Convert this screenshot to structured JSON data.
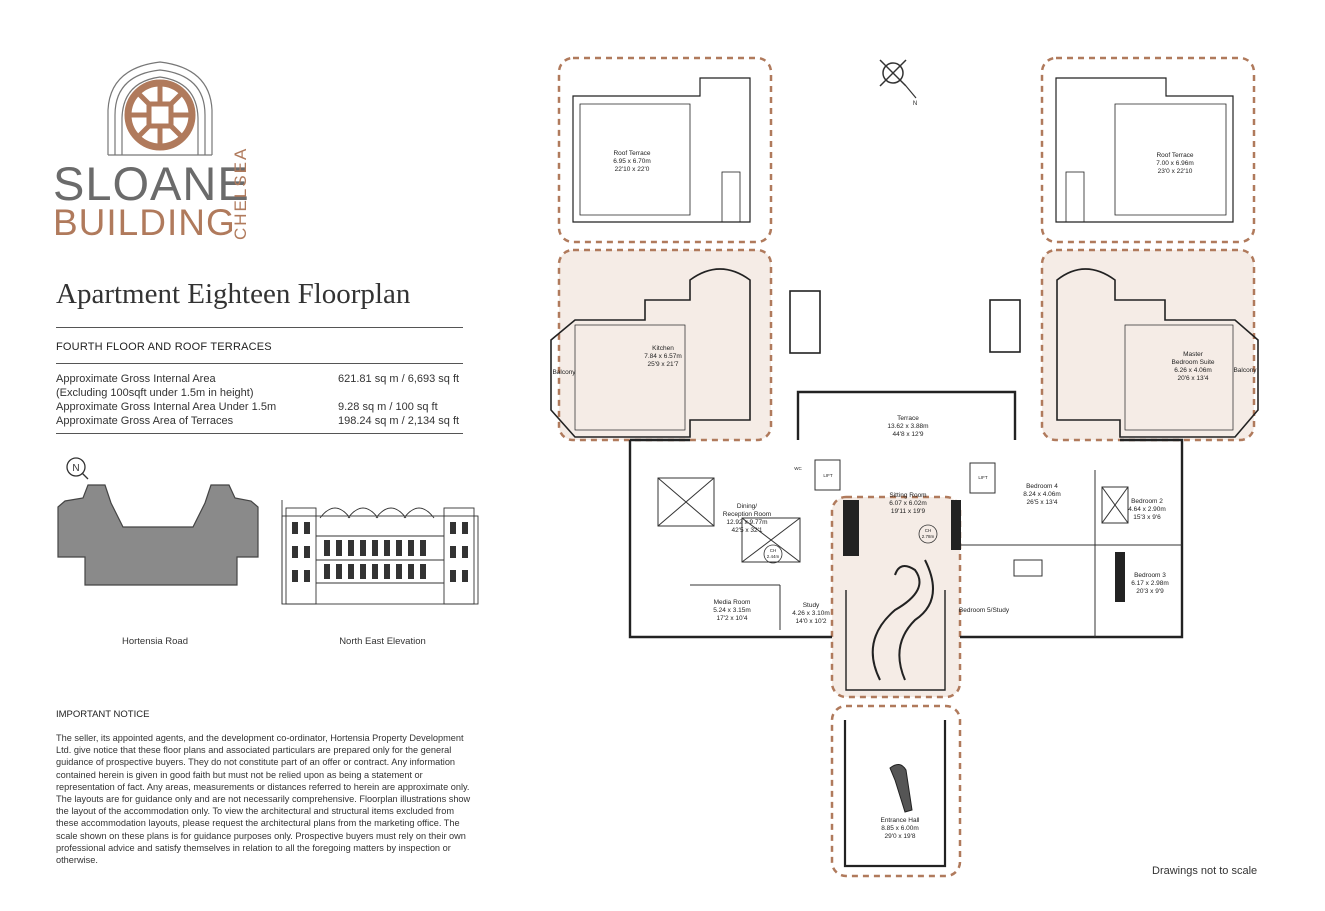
{
  "brand": {
    "line1": "SLOANE",
    "line2": "BUILDING",
    "side": "CHELSEA",
    "colors": {
      "grey": "#6b6b6b",
      "copper": "#b07a5c"
    }
  },
  "title": "Apartment Eighteen Floorplan",
  "subheading": "FOURTH FLOOR AND ROOF TERRACES",
  "areas": [
    {
      "label": "Approximate Gross Internal Area",
      "value": "621.81 sq m / 6,693 sq ft"
    },
    {
      "label": "(Excluding 100sqft under 1.5m in height)",
      "value": ""
    },
    {
      "label": "Approximate Gross Internal Area Under 1.5m",
      "value": "9.28 sq m / 100 sq ft"
    },
    {
      "label": "Approximate Gross Area of Terraces",
      "value": "198.24 sq m / 2,134 sq ft"
    }
  ],
  "thumbnails": {
    "left_label": "Hortensia Road",
    "right_label": "North East Elevation",
    "compass_letter": "N"
  },
  "notice": {
    "heading": "IMPORTANT NOTICE",
    "body": "The seller, its appointed agents, and the development co-ordinator, Hortensia Property Development Ltd. give notice that these floor plans and associated particulars are prepared only for the general guidance of prospective buyers. They do not constitute part of an offer or contract. Any information contained herein is given in good faith but must not be relied upon as being a statement or representation of fact. Any areas, measurements or distances referred to herein are approximate only. The layouts are for guidance only and are not necessarily comprehensive. Floorplan illustrations show the layout of the accommodation only. To view the architectural and structural items excluded from these accommodation layouts, please request the architectural plans from the marketing office. The scale shown on these plans is for guidance purposes only. Prospective buyers must rely on their own professional advice and satisfy themselves in relation to all the foregoing matters by inspection or otherwise."
  },
  "scale_note": "Drawings not to scale",
  "plan": {
    "compass_letter": "N",
    "rooms": [
      {
        "id": "roof-terrace-left",
        "name": "Roof Terrace",
        "metric": "6.95 x 6.70m",
        "imperial": "22'10 x 22'0"
      },
      {
        "id": "roof-terrace-right",
        "name": "Roof Terrace",
        "metric": "7.00 x 6.96m",
        "imperial": "23'0 x 22'10"
      },
      {
        "id": "kitchen",
        "name": "Kitchen",
        "metric": "7.84 x 6.57m",
        "imperial": "25'9 x 21'7"
      },
      {
        "id": "master",
        "name": "Master",
        "name2": "Bedroom Suite",
        "metric": "6.26 x 4.06m",
        "imperial": "20'6 x 13'4"
      },
      {
        "id": "terrace",
        "name": "Terrace",
        "metric": "13.62 x 3.88m",
        "imperial": "44'8 x 12'9"
      },
      {
        "id": "dining",
        "name": "Dining/",
        "name2": "Reception Room",
        "metric": "12.92 x 9.77m",
        "imperial": "42'5 x 32'1"
      },
      {
        "id": "sitting",
        "name": "Sitting Room",
        "metric": "6.07 x 6.02m",
        "imperial": "19'11 x 19'9"
      },
      {
        "id": "bedroom4",
        "name": "Bedroom 4",
        "metric": "8.24 x 4.06m",
        "imperial": "26'5 x 13'4"
      },
      {
        "id": "bedroom2",
        "name": "Bedroom 2",
        "metric": "4.64 x 2.90m",
        "imperial": "15'3 x 9'6"
      },
      {
        "id": "bedroom3",
        "name": "Bedroom 3",
        "metric": "6.17 x 2.98m",
        "imperial": "20'3 x 9'9"
      },
      {
        "id": "media",
        "name": "Media Room",
        "metric": "5.24 x 3.15m",
        "imperial": "17'2 x 10'4"
      },
      {
        "id": "study",
        "name": "Study",
        "metric": "4.26 x 3.10m",
        "imperial": "14'0 x 10'2"
      },
      {
        "id": "bedroom5",
        "name": "Bedroom 5/Study",
        "metric": "",
        "imperial": ""
      },
      {
        "id": "entrance",
        "name": "Entrance Hall",
        "metric": "8.85 x 6.00m",
        "imperial": "29'0 x 19'8"
      }
    ],
    "labels": {
      "balcony_left": "Balcony",
      "balcony_right": "Balcony",
      "lift_left": "LIFT",
      "lift_right": "LIFT",
      "ch_sitting": "CH",
      "ch_sitting_val": "2.78m",
      "ch_dining": "CH",
      "ch_dining_val": "2.44m",
      "wc": "WC"
    },
    "highlight_color": "#b07a5c"
  }
}
